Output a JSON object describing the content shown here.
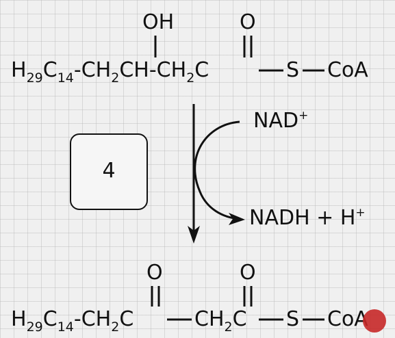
{
  "top_molecule": {
    "hydroxyl": "OH",
    "carbonyl_o": "O",
    "chain_prefix": "H",
    "chain_h_sub": "29",
    "chain_c": "C",
    "chain_c_sub": "14",
    "dash": "-",
    "ch2_a": "CH",
    "ch2_a_sub": "2",
    "choh": "CH-",
    "ch2_b": "CH",
    "ch2_b_sub": "2",
    "carbonyl_c": "C",
    "sulfur": "S",
    "coa": "CoA"
  },
  "reaction": {
    "step_number": "4",
    "reactant_cofactor": "NAD",
    "reactant_cofactor_charge": "+",
    "product_cofactor": "NADH + H",
    "product_cofactor_charge": "+"
  },
  "bottom_molecule": {
    "keto_o": "O",
    "carbonyl_o": "O",
    "chain_prefix": "H",
    "chain_h_sub": "29",
    "chain_c": "C",
    "chain_c_sub": "14",
    "dash": "-",
    "ch2_a": "CH",
    "ch2_a_sub": "2",
    "keto_c": "C",
    "ch2_b": "CH",
    "ch2_b_sub": "2",
    "carbonyl_c": "C",
    "sulfur": "S",
    "coa": "CoA"
  }
}
